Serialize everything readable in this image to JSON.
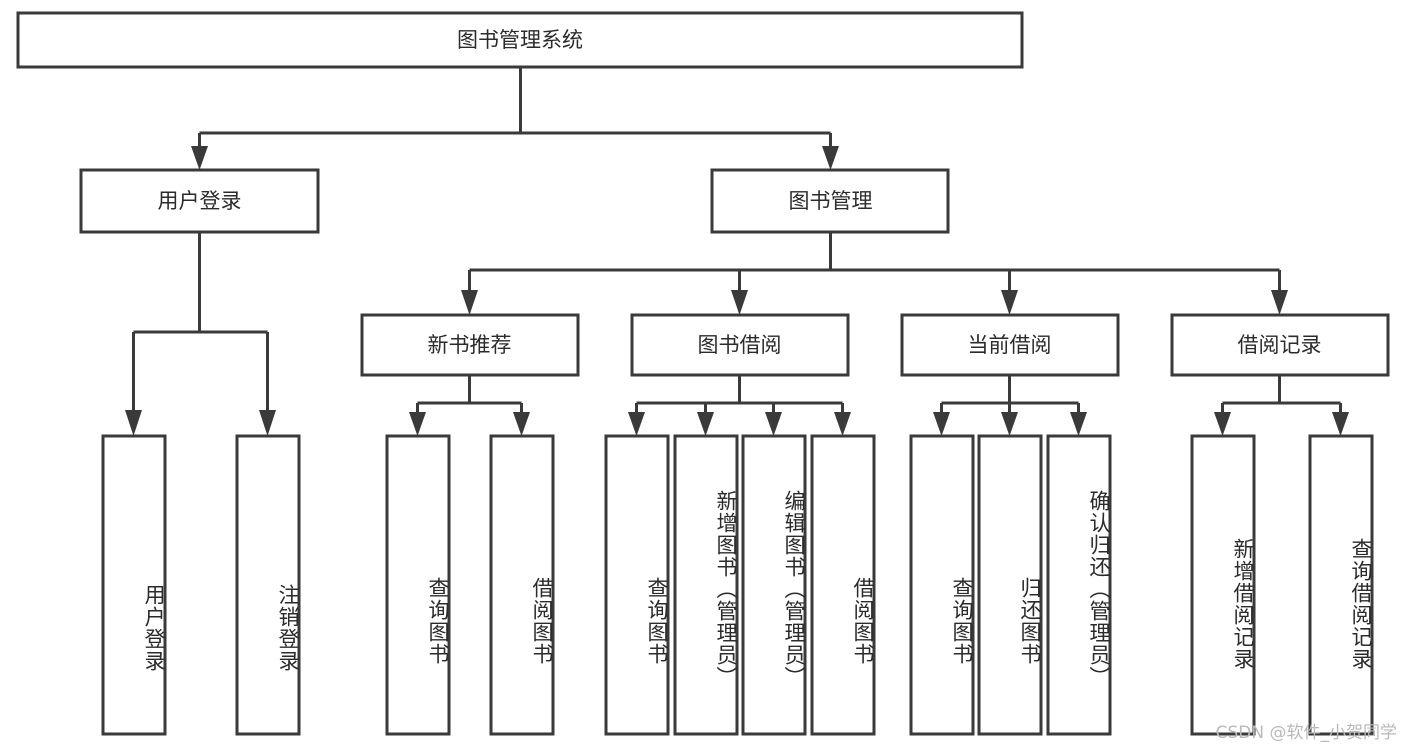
{
  "diagram": {
    "type": "tree",
    "title_node": {
      "id": "root",
      "label": "图书管理系统"
    },
    "level2": [
      {
        "id": "user-login",
        "label": "用户登录"
      },
      {
        "id": "book-manage",
        "label": "图书管理"
      }
    ],
    "level3": [
      {
        "id": "new-book-rec",
        "label": "新书推荐"
      },
      {
        "id": "book-borrow",
        "label": "图书借阅"
      },
      {
        "id": "current-borrow",
        "label": "当前借阅"
      },
      {
        "id": "borrow-record",
        "label": "借阅记录"
      }
    ],
    "leaves": {
      "user_login": [
        {
          "id": "leaf-user-login",
          "label": "用户登录"
        },
        {
          "id": "leaf-logout",
          "label": "注销登录"
        }
      ],
      "new_book_rec": [
        {
          "id": "leaf-query-book-1",
          "label": "查询图书"
        },
        {
          "id": "leaf-borrow-book-1",
          "label": "借阅图书"
        }
      ],
      "book_borrow": [
        {
          "id": "leaf-query-book-2",
          "label": "查询图书"
        },
        {
          "id": "leaf-add-book",
          "label": "新增图书（管理员）"
        },
        {
          "id": "leaf-edit-book",
          "label": "编辑图书（管理员）"
        },
        {
          "id": "leaf-borrow-book-2",
          "label": "借阅图书"
        }
      ],
      "current_borrow": [
        {
          "id": "leaf-query-book-3",
          "label": "查询图书"
        },
        {
          "id": "leaf-return-book",
          "label": "归还图书"
        },
        {
          "id": "leaf-confirm-return",
          "label": "确认归还（管理员）"
        }
      ],
      "borrow_record": [
        {
          "id": "leaf-add-record",
          "label": "新增借阅记录"
        },
        {
          "id": "leaf-query-record",
          "label": "查询借阅记录"
        }
      ]
    },
    "watermark": "CSDN @软件_小贺同学",
    "colors": {
      "stroke": "#3a3a3a",
      "fill": "#ffffff",
      "text": "#2b2b2b",
      "watermark": "#b9b9b9",
      "background": "#ffffff"
    }
  }
}
